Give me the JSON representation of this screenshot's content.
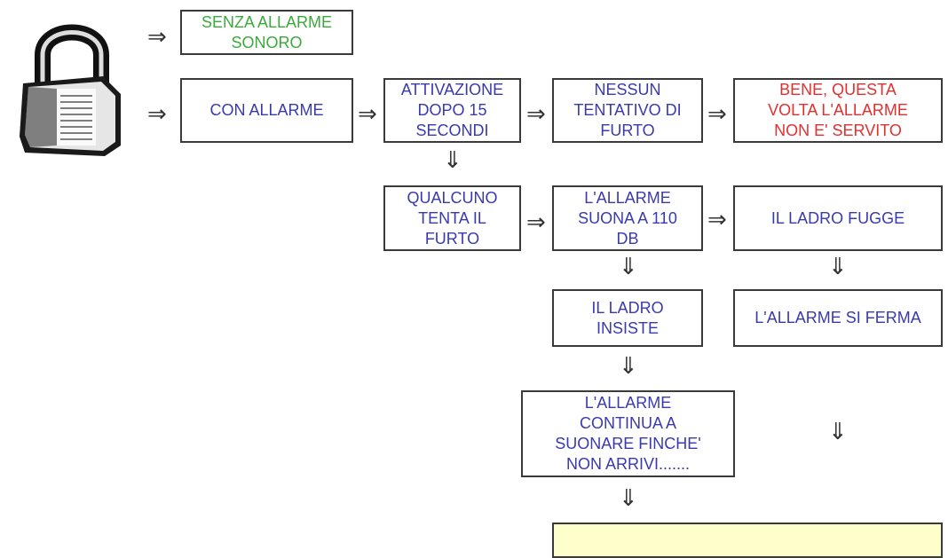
{
  "colors": {
    "border": "#3a3a3a",
    "text_default": "#3a3ab0",
    "text_green": "#3aaa3a",
    "text_red": "#e03030",
    "highlight_fill": "#ffffcc"
  },
  "icons": {
    "lock": "padlock-icon",
    "arrow_right": "double-arrow-right",
    "arrow_down": "double-arrow-down"
  },
  "arrows": {
    "right": "⇒",
    "down": "⇓"
  },
  "boxes": {
    "senza_allarme": "SENZA ALLARME\nSONORO",
    "con_allarme": "CON ALLARME",
    "attivazione": "ATTIVAZIONE\nDOPO 15\nSECONDI",
    "nessun_tentativo": "NESSUN\nTENTATIVO DI\nFURTO",
    "bene_questa_volta": "BENE, QUESTA\nVOLTA L'ALLARME\nNON E' SERVITO",
    "qualcuno_tenta": "QUALCUNO\nTENTA IL\nFURTO",
    "allarme_suona": "L'ALLARME\nSUONA A 110\nDB",
    "ladro_fugge": "IL LADRO FUGGE",
    "ladro_insiste": "IL LADRO\nINSISTE",
    "allarme_si_ferma": "L'ALLARME SI FERMA",
    "allarme_continua": "L'ALLARME\nCONTINUA A\nSUONARE FINCHE'\nNON ARRIVI.......",
    "final_box": ""
  }
}
